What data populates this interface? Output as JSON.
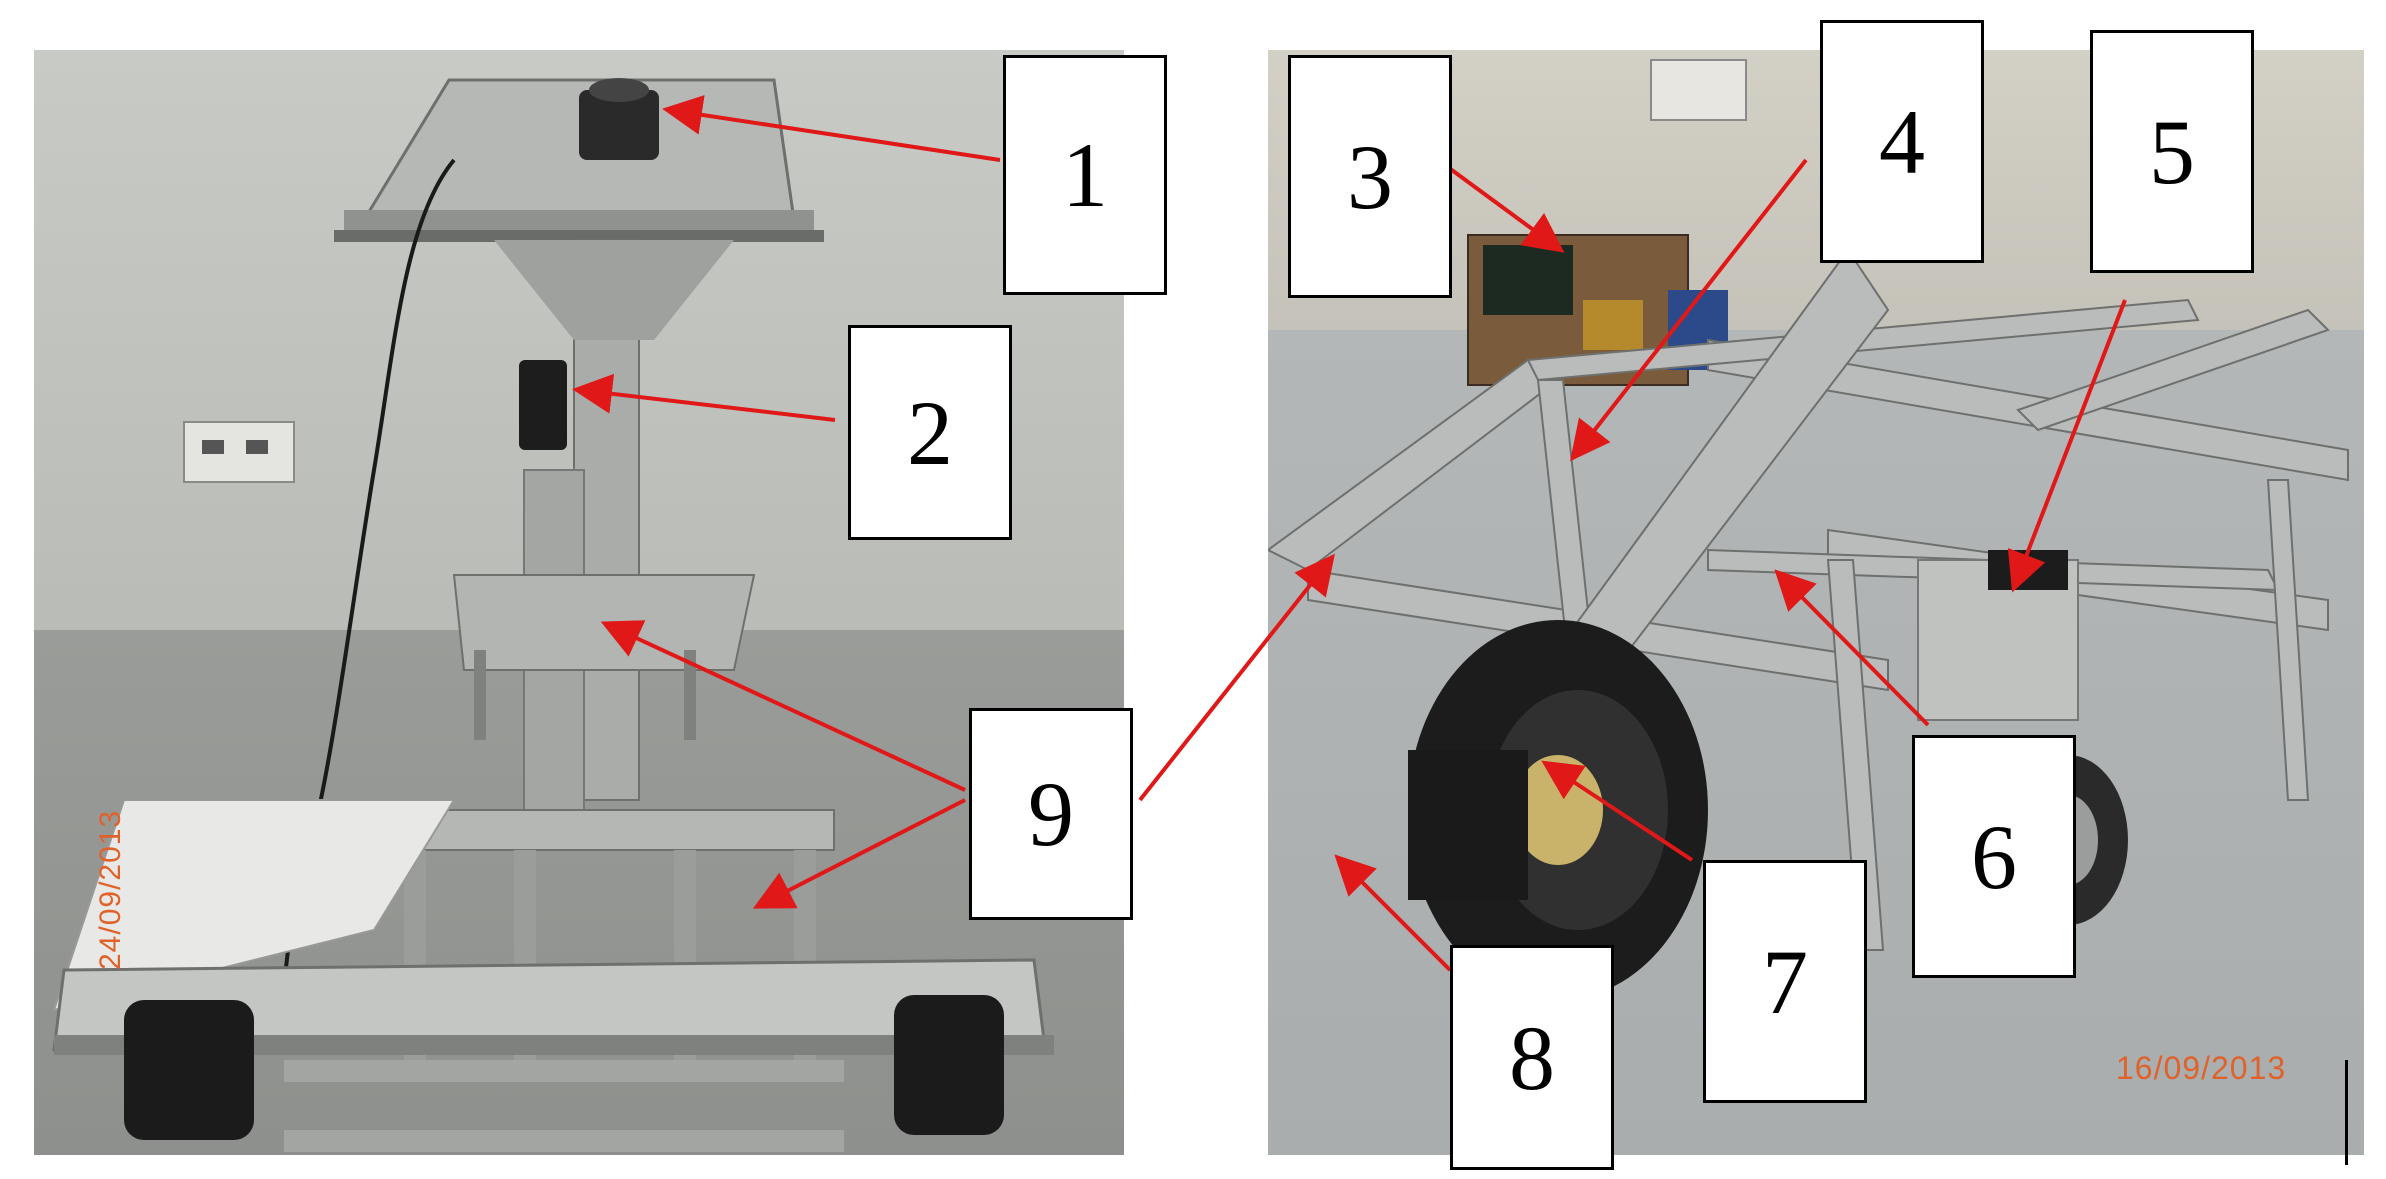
{
  "figure": {
    "left_photo": {
      "date_stamp": "24/09/2013"
    },
    "right_photo": {
      "date_stamp": "16/09/2013"
    },
    "labels": [
      "1",
      "2",
      "3",
      "4",
      "5",
      "6",
      "7",
      "8",
      "9"
    ],
    "colors": {
      "arrow": "#e01818",
      "box_border": "#000000",
      "box_fill": "#ffffff",
      "stamp": "#e0622a"
    }
  }
}
